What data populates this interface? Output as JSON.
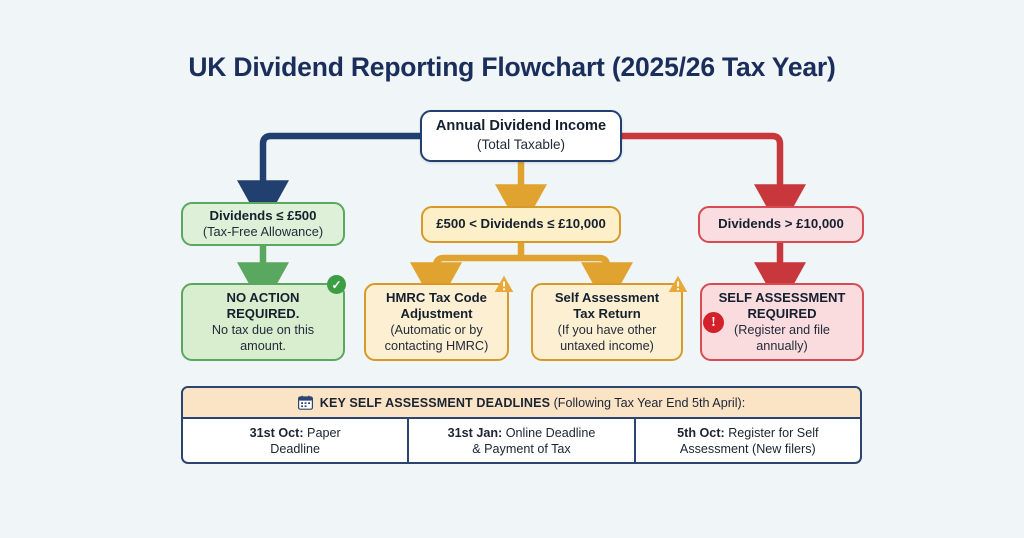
{
  "title": "UK Dividend Reporting Flowchart (2025/26 Tax Year)",
  "colors": {
    "background": "#f0f5f7",
    "title": "#1b2d5b",
    "navy": "#22406f",
    "green": "#5aa85f",
    "amber": "#d79a29",
    "red": "#d94b53"
  },
  "root": {
    "line1": "Annual Dividend Income",
    "line2": "(Total Taxable)"
  },
  "conditions": [
    {
      "line1": "Dividends ≤ £500",
      "line2": "(Tax-Free Allowance)"
    },
    {
      "line1": "£500 < Dividends ≤ £10,000",
      "line2": ""
    },
    {
      "line1": "Dividends > £10,000",
      "line2": ""
    }
  ],
  "actions": [
    {
      "line1": "NO ACTION",
      "line2": "REQUIRED.",
      "line3": "No tax due on this",
      "line4": "amount.",
      "badge": "check-circle-icon"
    },
    {
      "line1": "HMRC Tax Code",
      "line2": "Adjustment",
      "line3": "(Automatic or by",
      "line4": "contacting HMRC)",
      "badge": "warning-triangle-icon"
    },
    {
      "line1": "Self Assessment",
      "line2": "Tax Return",
      "line3": "(If you have other",
      "line4": "untaxed income)",
      "badge": "warning-triangle-icon"
    },
    {
      "line1": "SELF ASSESSMENT",
      "line2": "REQUIRED",
      "line3": "(Register and file",
      "line4": "annually)",
      "badge": "alert-circle-icon"
    }
  ],
  "deadlines": {
    "icon": "calendar-icon",
    "heading_strong": "KEY SELF ASSESSMENT DEADLINES",
    "heading_rest": "(Following Tax Year End 5th April):",
    "cells": [
      {
        "date": "31st Oct:",
        "text1": " Paper",
        "text2": "Deadline"
      },
      {
        "date": "31st Jan:",
        "text1": " Online Deadline",
        "text2": "& Payment of Tax"
      },
      {
        "date": "5th Oct:",
        "text1": " Register for Self",
        "text2": "Assessment (New filers)"
      }
    ]
  },
  "badge_glyphs": {
    "check": "✓",
    "alert": "!"
  }
}
